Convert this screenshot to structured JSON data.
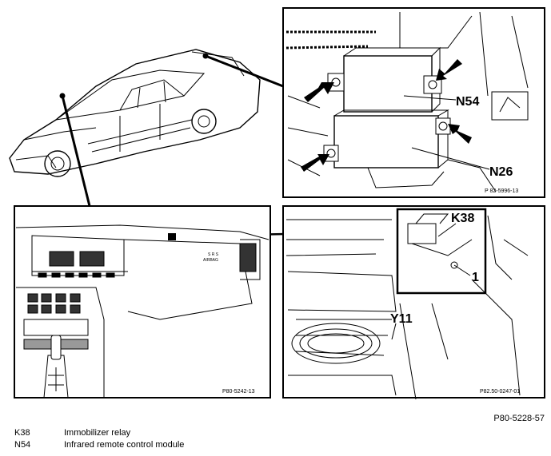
{
  "figure_ref": "P80-5228-57",
  "callouts": {
    "n54": "N54",
    "n26": "N26",
    "k38": "K38",
    "one": "1",
    "y11": "Y11"
  },
  "panel_refs": {
    "top_right": "P 82-5996-13",
    "bottom_left": "P80-5242-13",
    "bottom_right": "P82.50-0247-01"
  },
  "dashboard_text": {
    "airbag": "AIRBAG",
    "srs": "S R S"
  },
  "legend": [
    {
      "code": "K38",
      "description": "Immobilizer relay"
    },
    {
      "code": "N54",
      "description": "Infrared remote control module"
    }
  ]
}
